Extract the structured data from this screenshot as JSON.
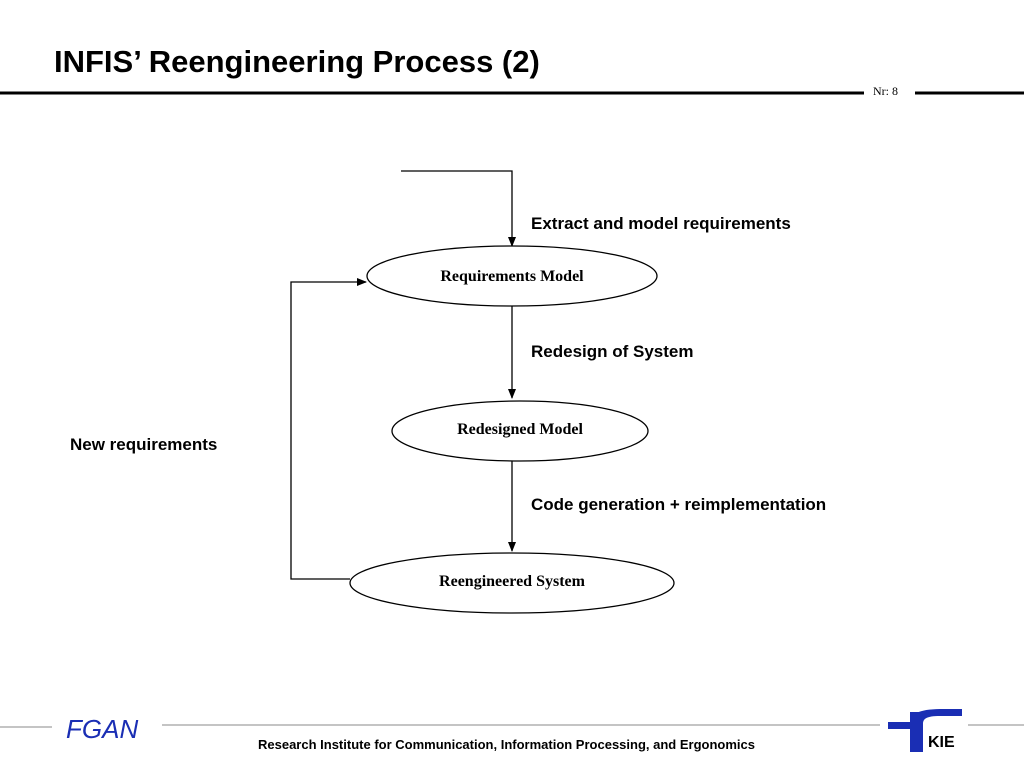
{
  "header": {
    "title": "INFIS’ Reengineering Process (2)",
    "slide_number": "Nr: 8"
  },
  "diagram": {
    "nodes": [
      {
        "id": "requirements_model",
        "label": "Requirements Model"
      },
      {
        "id": "redesigned_model",
        "label": "Redesigned Model"
      },
      {
        "id": "reengineered_system",
        "label": "Reengineered System"
      }
    ],
    "edges": [
      {
        "from": "input",
        "to": "requirements_model",
        "label": "Extract and model requirements"
      },
      {
        "from": "requirements_model",
        "to": "redesigned_model",
        "label": "Redesign of System"
      },
      {
        "from": "redesigned_model",
        "to": "reengineered_system",
        "label": "Code generation + reimplementation"
      },
      {
        "from": "reengineered_system",
        "to": "requirements_model",
        "label": "New requirements"
      }
    ]
  },
  "footer": {
    "organization": "FGAN",
    "institute": "Research Institute for Communication, Information Processing, and Ergonomics",
    "logo_text": "KIE",
    "logo_color": "#1a2eb4"
  }
}
